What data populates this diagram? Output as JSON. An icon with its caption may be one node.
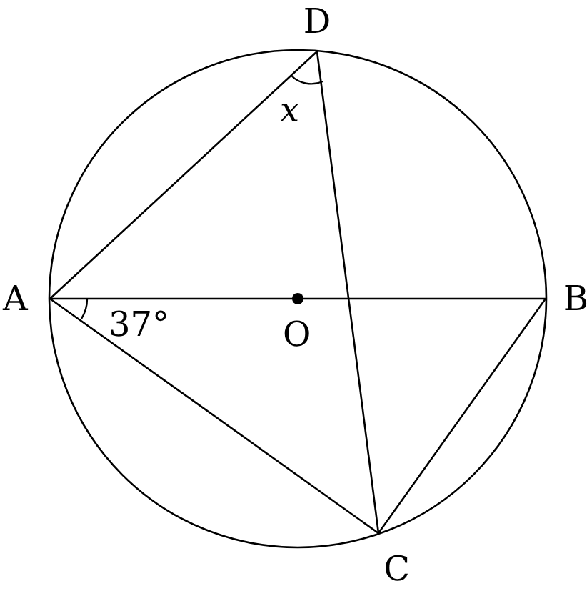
{
  "diagram": {
    "nodes": [
      {
        "text": [
          "D"
        ]
      },
      {
        "text": [
          "A"
        ]
      },
      {
        "text": [
          "B"
        ]
      },
      {
        "text": [
          "C"
        ]
      }
    ],
    "edges": [
      {
        "from": 0,
        "to": 1,
        "arrow": "none"
      },
      {
        "from": 1,
        "to": 2,
        "arrow": "none"
      },
      {
        "from": 0,
        "to": 3,
        "arrow": "none"
      },
      {
        "from": 1,
        "to": 3,
        "arrow": "none"
      },
      {
        "from": 2,
        "to": 3,
        "arrow": "none"
      }
    ],
    "labels": [
      "x",
      "37°",
      "O"
    ]
  }
}
